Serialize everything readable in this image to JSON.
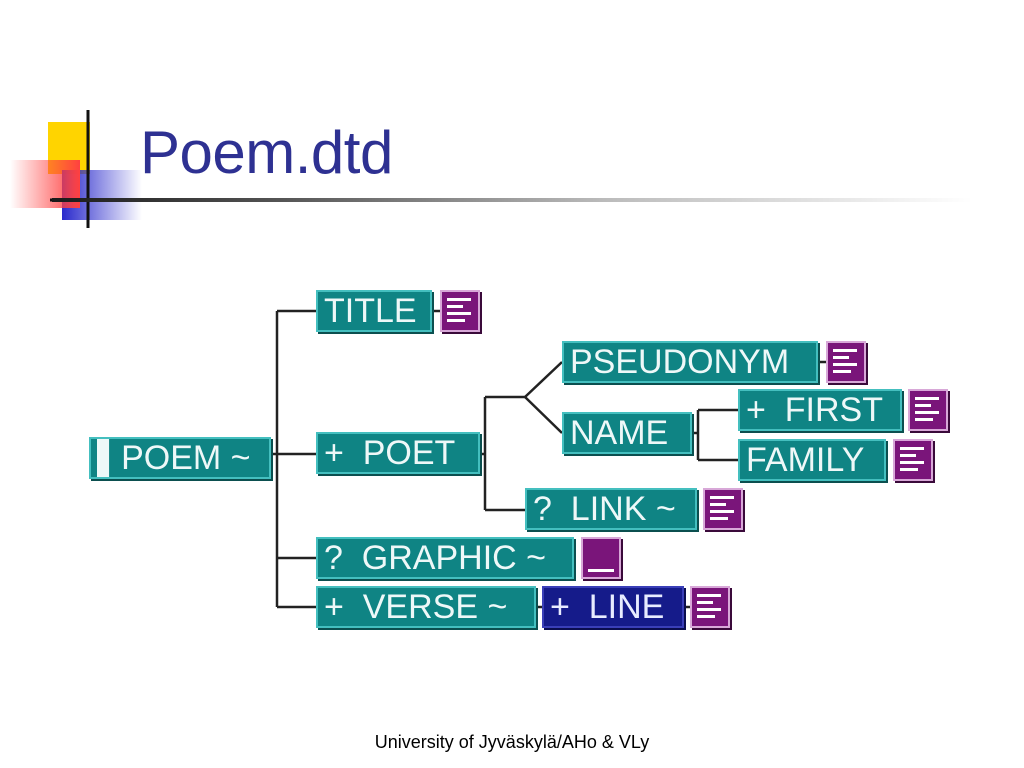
{
  "slide": {
    "title": "Poem.dtd",
    "footer": "University of Jyväskylä/AHo & VLy"
  },
  "diagram": {
    "nodes": {
      "poem": "▌POEM ~",
      "title": "TITLE",
      "poet": "+  POET",
      "pseudonym": "PSEUDONYM",
      "name": "NAME",
      "first": "+  FIRST",
      "family": "FAMILY",
      "link": "?  LINK ~",
      "graphic": "?  GRAPHIC ~",
      "verse": "+  VERSE ~",
      "line": "+  LINE"
    },
    "colors": {
      "element_box": "#0f8484",
      "element_border": "#44bfbf",
      "selected_box": "#151b8a",
      "pcdata_box": "#7a157a",
      "connector": "#222222",
      "title_text": "#2e3192"
    },
    "icons": {
      "pcdata": "text-content-icon",
      "empty": "empty-content-icon"
    }
  }
}
